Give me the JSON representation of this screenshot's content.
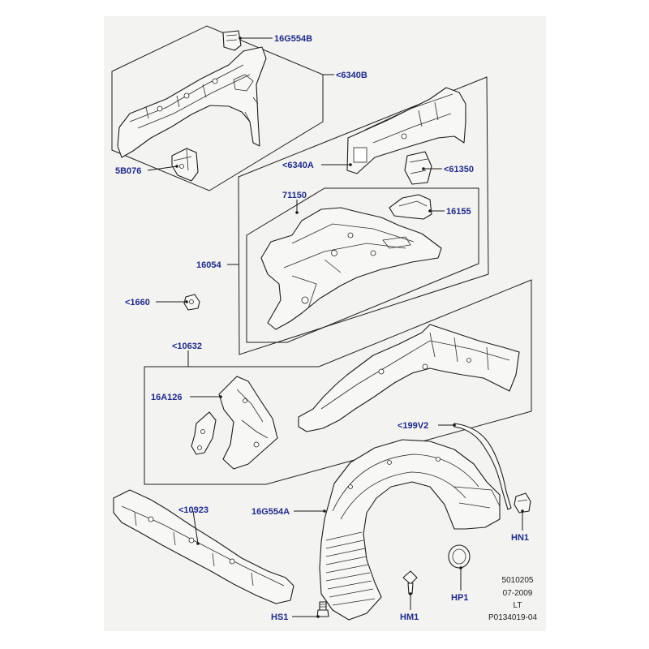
{
  "callouts": {
    "c_16G554B": "16G554B",
    "c_6340B": "<6340B",
    "c_5B076": "5B076",
    "c_6340A": "<6340A",
    "c_61350": "<61350",
    "c_71150": "71150",
    "c_16155": "16155",
    "c_16054": "16054",
    "c_1660": "<1660",
    "c_10632": "<10632",
    "c_16A126": "16A126",
    "c_199V2": "<199V2",
    "c_10923": "<10923",
    "c_16G554A": "16G554A",
    "c_HN1": "HN1",
    "c_HP1": "HP1",
    "c_HM1": "HM1",
    "c_HS1": "HS1"
  },
  "footer": {
    "code": "5010205",
    "date": "07-2009",
    "variant": "LT",
    "ref": "P0134019-04"
  }
}
